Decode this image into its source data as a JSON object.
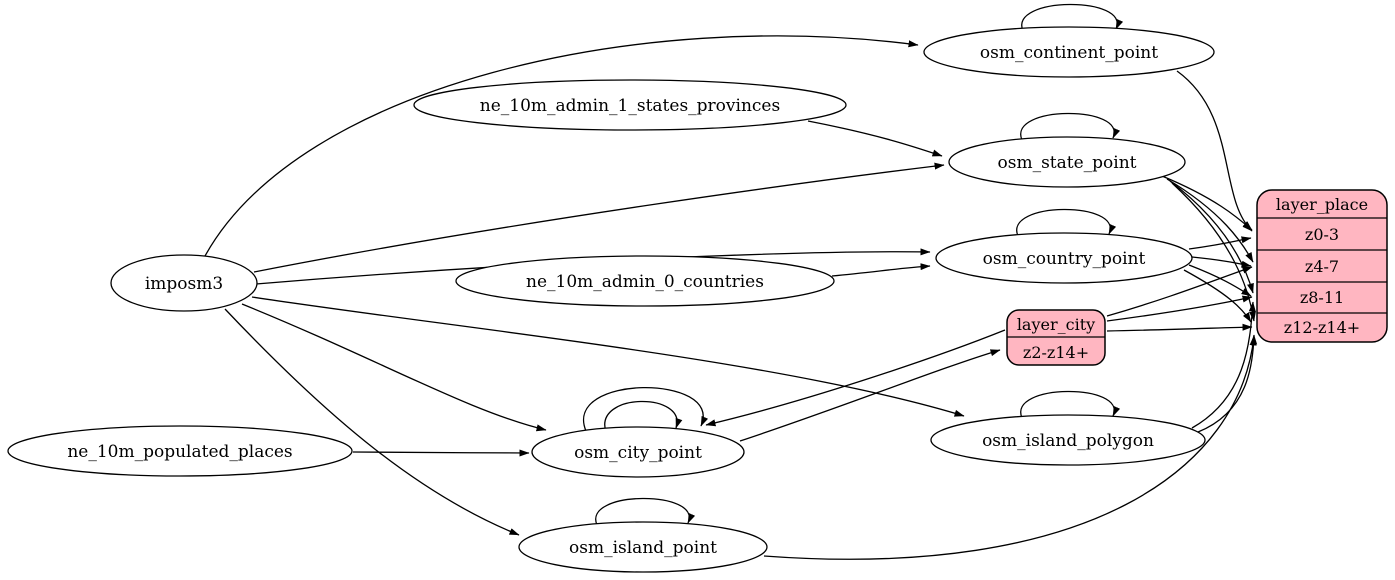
{
  "diagram": {
    "kind": "graphviz-etl-graph",
    "background_color": "#ffffff",
    "table_node_fill": "#ffffff",
    "layer_record_fill": "#ffb6c1",
    "stroke_color": "#000000",
    "nodes": [
      {
        "id": "imposm3",
        "label": "imposm3",
        "shape": "ellipse"
      },
      {
        "id": "ne_10m_admin_1_states_provinces",
        "label": "ne_10m_admin_1_states_provinces",
        "shape": "ellipse"
      },
      {
        "id": "ne_10m_admin_0_countries",
        "label": "ne_10m_admin_0_countries",
        "shape": "ellipse"
      },
      {
        "id": "ne_10m_populated_places",
        "label": "ne_10m_populated_places",
        "shape": "ellipse"
      },
      {
        "id": "osm_continent_point",
        "label": "osm_continent_point",
        "shape": "ellipse"
      },
      {
        "id": "osm_state_point",
        "label": "osm_state_point",
        "shape": "ellipse"
      },
      {
        "id": "osm_country_point",
        "label": "osm_country_point",
        "shape": "ellipse"
      },
      {
        "id": "osm_city_point",
        "label": "osm_city_point",
        "shape": "ellipse"
      },
      {
        "id": "osm_island_polygon",
        "label": "osm_island_polygon",
        "shape": "ellipse"
      },
      {
        "id": "osm_island_point",
        "label": "osm_island_point",
        "shape": "ellipse"
      }
    ],
    "records": {
      "layer_place": {
        "title": "layer_place",
        "rows": [
          "z0-3",
          "z4-7",
          "z8-11",
          "z12-z14+"
        ]
      },
      "layer_city": {
        "title": "layer_city",
        "rows": [
          "z2-z14+"
        ]
      }
    },
    "edges": [
      {
        "from": "imposm3",
        "to": "osm_continent_point"
      },
      {
        "from": "imposm3",
        "to": "osm_state_point"
      },
      {
        "from": "imposm3",
        "to": "osm_country_point"
      },
      {
        "from": "imposm3",
        "to": "osm_city_point"
      },
      {
        "from": "imposm3",
        "to": "osm_island_polygon"
      },
      {
        "from": "imposm3",
        "to": "osm_island_point"
      },
      {
        "from": "ne_10m_admin_1_states_provinces",
        "to": "osm_state_point"
      },
      {
        "from": "ne_10m_admin_0_countries",
        "to": "osm_country_point"
      },
      {
        "from": "ne_10m_populated_places",
        "to": "osm_city_point"
      },
      {
        "from": "osm_continent_point",
        "to": "osm_continent_point",
        "self_loop": true
      },
      {
        "from": "osm_state_point",
        "to": "osm_state_point",
        "self_loop": true
      },
      {
        "from": "osm_country_point",
        "to": "osm_country_point",
        "self_loop": true
      },
      {
        "from": "osm_city_point",
        "to": "osm_city_point",
        "self_loop": true
      },
      {
        "from": "osm_city_point",
        "to": "osm_city_point",
        "self_loop": true
      },
      {
        "from": "osm_island_polygon",
        "to": "osm_island_polygon",
        "self_loop": true
      },
      {
        "from": "osm_island_point",
        "to": "osm_island_point",
        "self_loop": true
      },
      {
        "from": "osm_continent_point",
        "to": "layer_place:z0-3"
      },
      {
        "from": "osm_state_point",
        "to": "layer_place:z0-3"
      },
      {
        "from": "osm_state_point",
        "to": "layer_place:z4-7"
      },
      {
        "from": "osm_state_point",
        "to": "layer_place:z8-11"
      },
      {
        "from": "osm_state_point",
        "to": "layer_place:z12-z14+"
      },
      {
        "from": "osm_country_point",
        "to": "layer_place:z0-3"
      },
      {
        "from": "osm_country_point",
        "to": "layer_place:z4-7"
      },
      {
        "from": "osm_country_point",
        "to": "layer_place:z8-11"
      },
      {
        "from": "osm_country_point",
        "to": "layer_place:z12-z14+"
      },
      {
        "from": "osm_city_point",
        "to": "layer_city:z2-z14+"
      },
      {
        "from": "layer_city",
        "to": "osm_city_point"
      },
      {
        "from": "layer_city",
        "to": "layer_place:z4-7"
      },
      {
        "from": "layer_city",
        "to": "layer_place:z8-11"
      },
      {
        "from": "layer_city",
        "to": "layer_place:z12-z14+"
      },
      {
        "from": "osm_island_polygon",
        "to": "layer_place:z8-11"
      },
      {
        "from": "osm_island_polygon",
        "to": "layer_place:z12-z14+"
      },
      {
        "from": "osm_island_point",
        "to": "layer_place:z12-z14+"
      }
    ]
  }
}
